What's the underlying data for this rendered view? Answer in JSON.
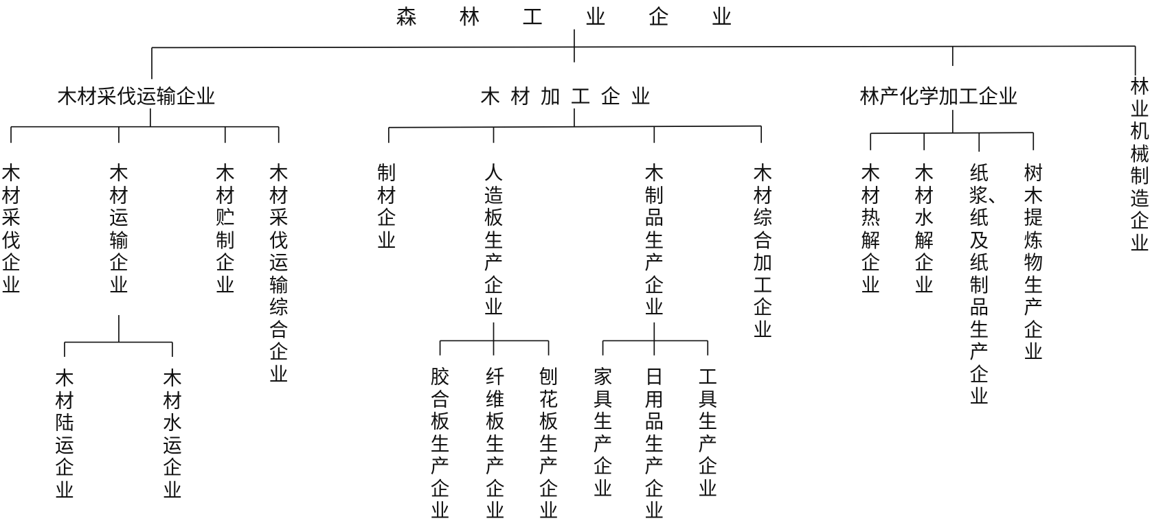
{
  "root": {
    "label": "森林工业企业"
  },
  "branches": [
    {
      "label": "木材采伐运输企业",
      "children": [
        {
          "label": "木材采伐企业"
        },
        {
          "label": "木材运输企业",
          "children": [
            {
              "label": "木材陆运企业"
            },
            {
              "label": "木材水运企业"
            }
          ]
        },
        {
          "label": "木材贮制企业"
        },
        {
          "label": "木材采伐运输综合企业"
        }
      ]
    },
    {
      "label": "木材加工企业",
      "children": [
        {
          "label": "制材企业"
        },
        {
          "label": "人造板生产企业",
          "children": [
            {
              "label": "胶合板生产企业"
            },
            {
              "label": "纤维板生产企业"
            },
            {
              "label": "刨花板生产企业"
            }
          ]
        },
        {
          "label": "木制品生产企业",
          "children": [
            {
              "label": "家具生产企业"
            },
            {
              "label": "日用品生产企业"
            },
            {
              "label": "工具生产企业"
            }
          ]
        },
        {
          "label": "木材综合加工企业"
        }
      ]
    },
    {
      "label": "林产化学加工企业",
      "children": [
        {
          "label": "木材热解企业"
        },
        {
          "label": "木材水解企业"
        },
        {
          "label": "纸浆、纸及纸制品生产企业"
        },
        {
          "label": "树木提炼物生产企业"
        }
      ]
    },
    {
      "label": "林业机械制造企业"
    }
  ]
}
